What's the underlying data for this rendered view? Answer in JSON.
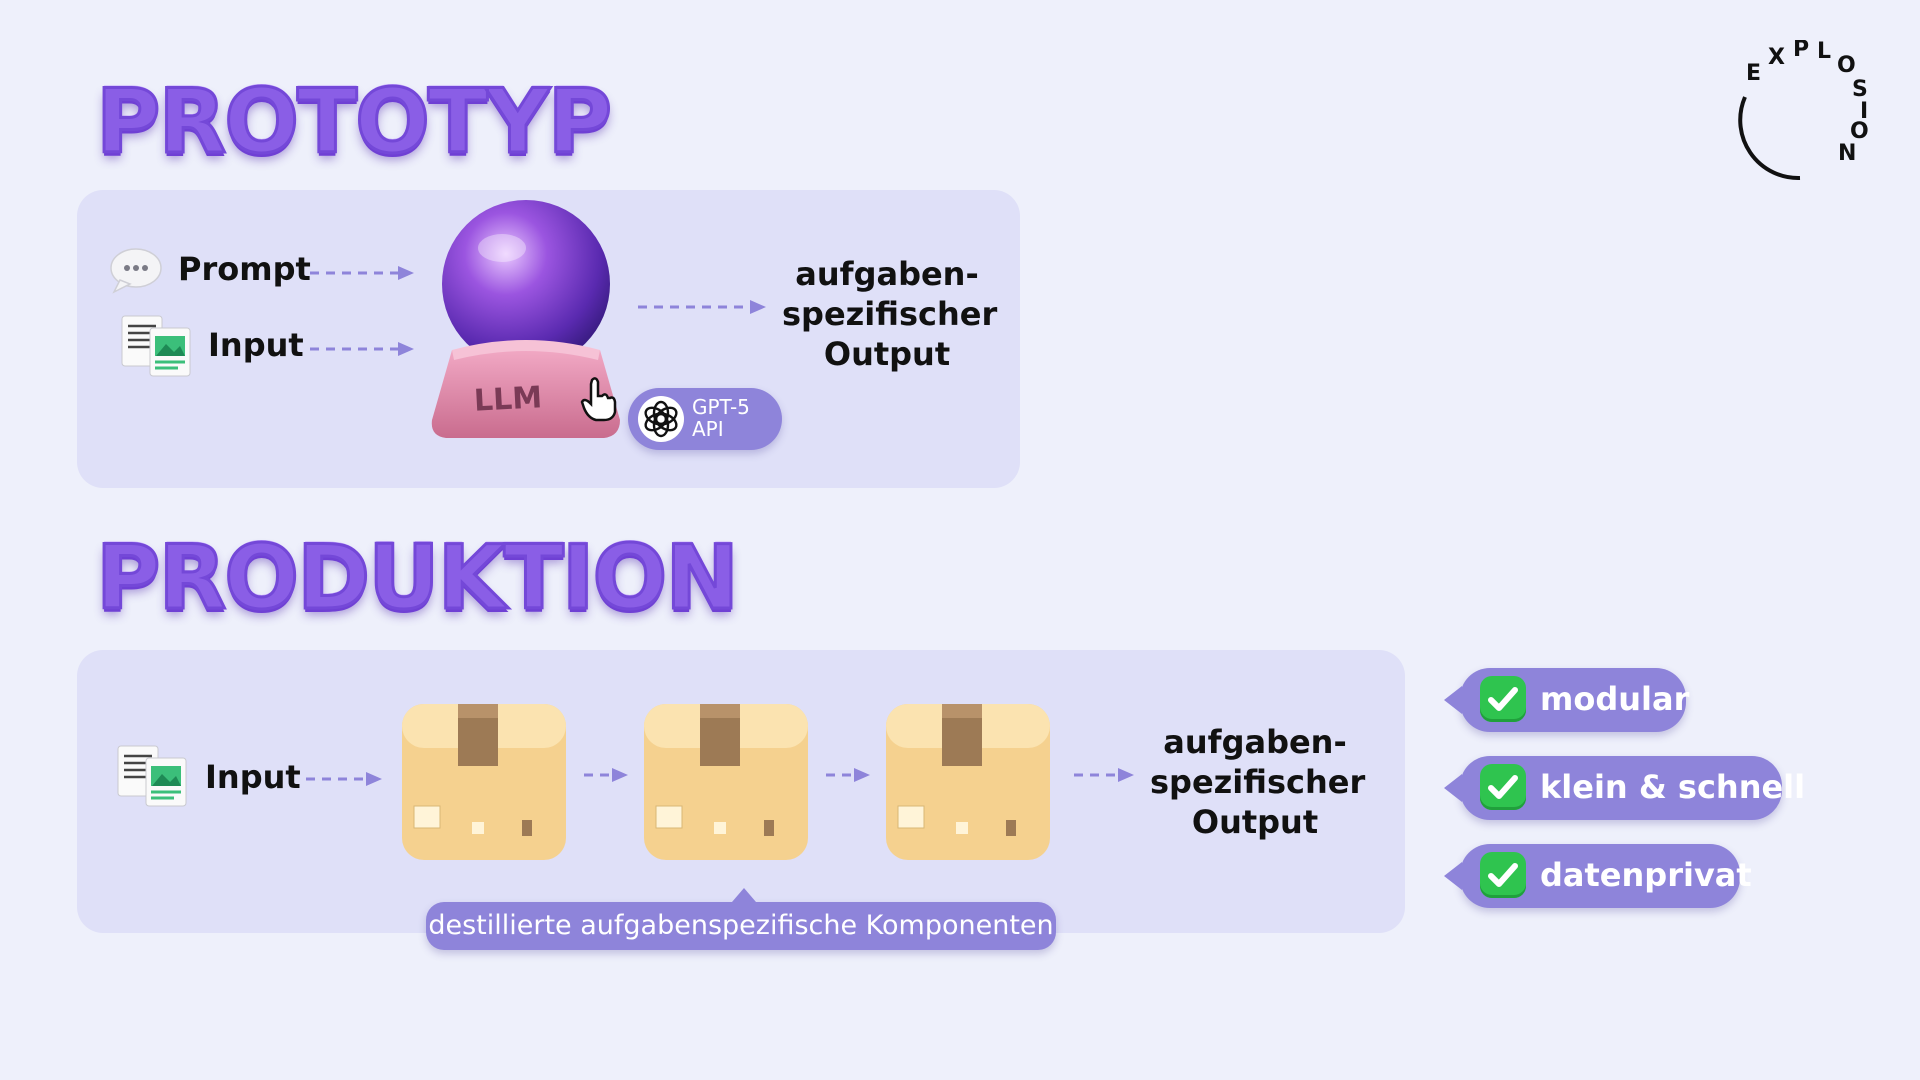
{
  "prototype": {
    "title": "PROTOTYP",
    "prompt_label": "Prompt",
    "input_label": "Input",
    "llm_label": "LLM",
    "api_badge": {
      "line1": "GPT-5",
      "line2": "API"
    },
    "output_label": "aufgaben-\nspezifischer\nOutput"
  },
  "production": {
    "title": "PRODUKTION",
    "input_label": "Input",
    "output_label": "aufgaben-\nspezifischer\nOutput",
    "components_caption": "destillierte aufgabenspezifische Komponenten"
  },
  "benefits": [
    {
      "label": "modular"
    },
    {
      "label": "klein & schnell"
    },
    {
      "label": "datenprivat"
    }
  ],
  "logo": {
    "text": "EXPLOSION"
  },
  "colors": {
    "background": "#eef0fb",
    "panel": "#dfe0f8",
    "accent": "#8e84da",
    "title": "#8a5ee6",
    "check": "#2fc44f"
  }
}
